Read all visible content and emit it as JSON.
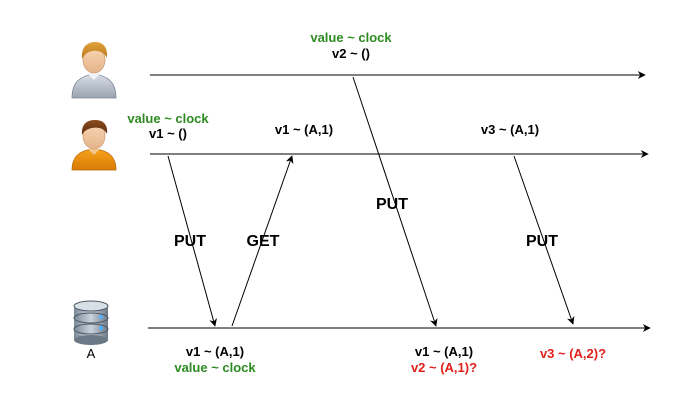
{
  "colors": {
    "line": "#000000",
    "green": "#2e8b22",
    "red": "#e0211c"
  },
  "actors": {
    "client_top": {
      "icon": "user-icon"
    },
    "client_middle": {
      "icon": "user-icon"
    },
    "storage": {
      "icon": "database-icon",
      "label": "A"
    }
  },
  "labels": {
    "top_value_clock": "value ~ clock",
    "top_v2": "v2 ~ ()",
    "mid_value_clock": "value ~ clock",
    "mid_v1": "v1 ~ ()",
    "mid_v1_a1": "v1 ~ (A,1)",
    "mid_v3_a1": "v3 ~ (A,1)",
    "msg_put_1": "PUT",
    "msg_get": "GET",
    "msg_put_2": "PUT",
    "msg_put_3": "PUT",
    "db_v1_a1_first": "v1 ~ (A,1)",
    "db_value_clock": "value ~ clock",
    "db_v1_a1_second": "v1 ~ (A,1)",
    "db_v2_a1q": "v2 ~ (A,1)?",
    "db_v3_a2q": "v3 ~ (A,2)?"
  }
}
